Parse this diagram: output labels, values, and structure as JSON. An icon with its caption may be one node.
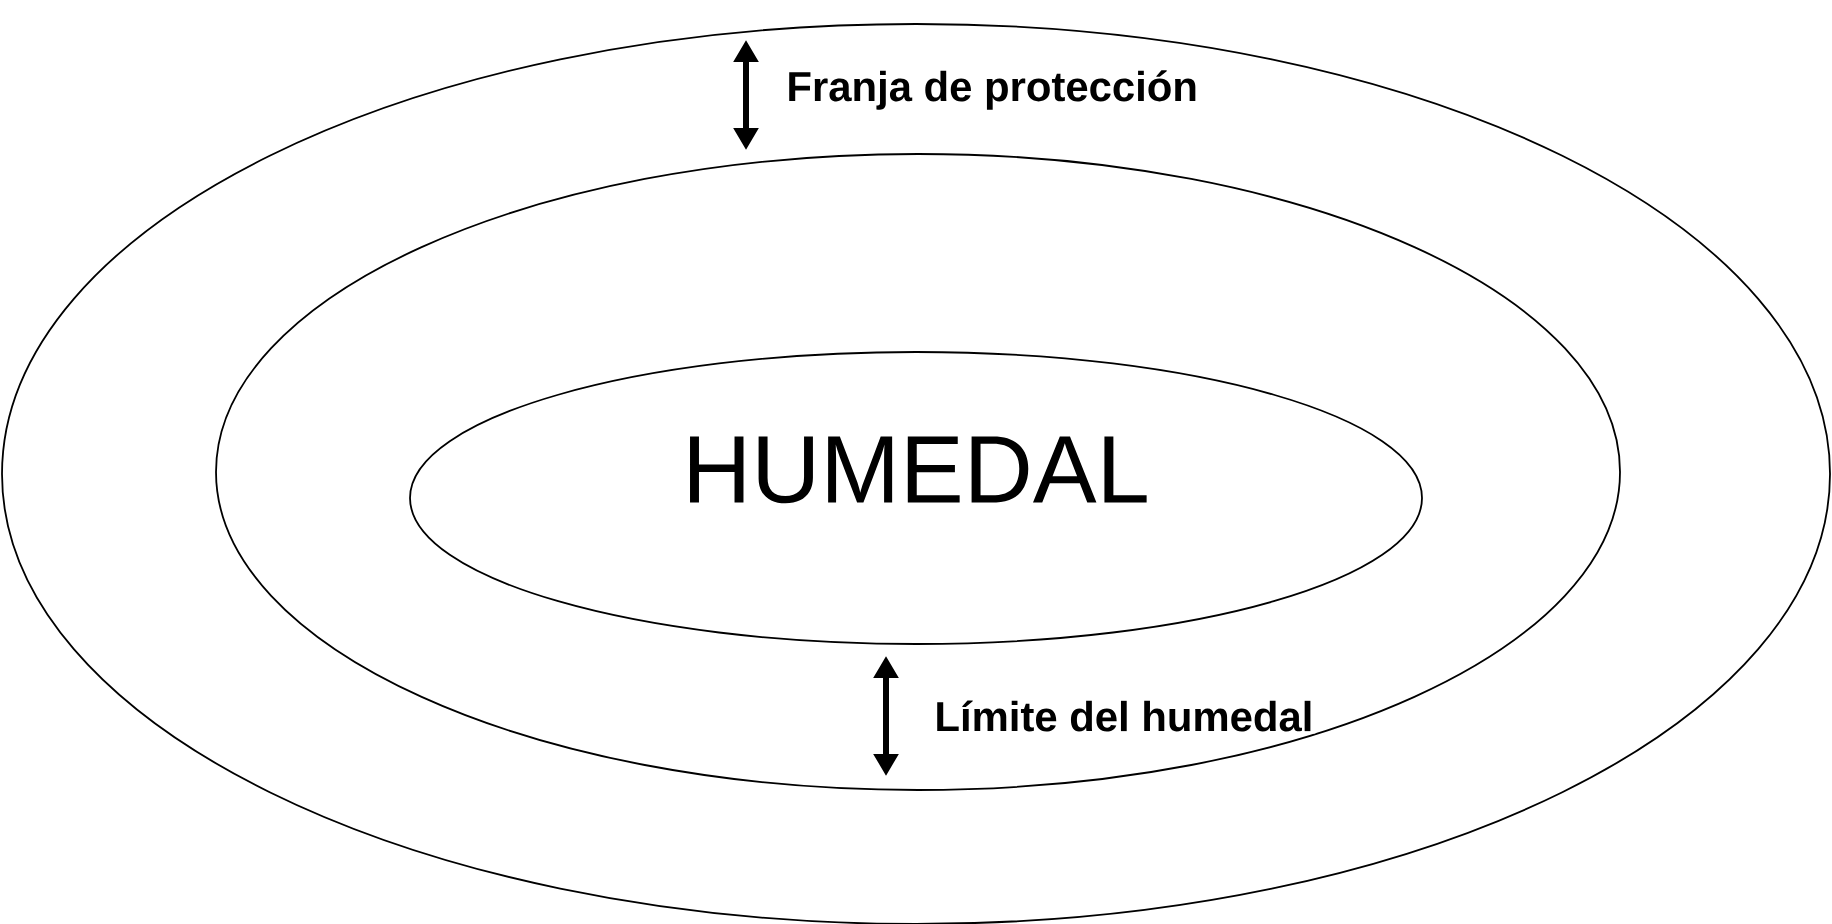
{
  "diagram": {
    "nodes": [
      {
        "text": [],
        "shape": "ellipse"
      },
      {
        "text": [],
        "shape": "ellipse",
        "in": 0
      },
      {
        "text": [
          "HUMEDAL"
        ],
        "in": 1
      }
    ],
    "labels": [
      "Franja de protección",
      "Límite del humedal"
    ]
  }
}
